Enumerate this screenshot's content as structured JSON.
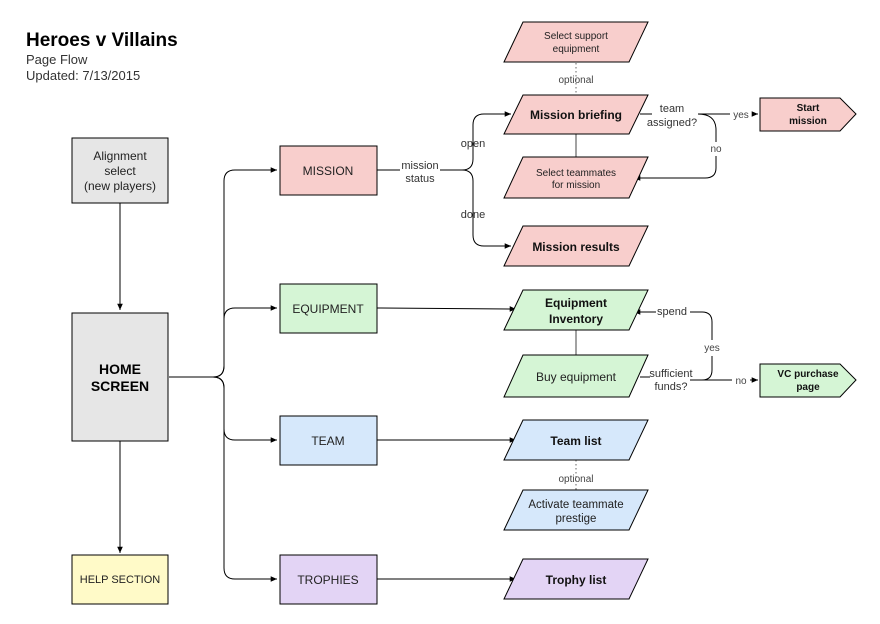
{
  "header": {
    "title": "Heroes v Villains",
    "subtitle": "Page Flow",
    "updated": "Updated: 7/13/2015"
  },
  "colors": {
    "gray_fill": "#e6e6e6",
    "pink_fill": "#f8cecc",
    "green_fill": "#d5f5d5",
    "blue_fill": "#d6e8fb",
    "yellow_fill": "#fffac8",
    "purple_fill": "#e3d4f5",
    "stroke": "#000000"
  },
  "nodes": {
    "alignment": [
      "Alignment",
      "select",
      "(new players)"
    ],
    "home": [
      "HOME",
      "SCREEN"
    ],
    "help": "HELP SECTION",
    "mission": "MISSION",
    "equipment": "EQUIPMENT",
    "team": "TEAM",
    "trophies": "TROPHIES",
    "select_support": [
      "Select support",
      "equipment"
    ],
    "mission_briefing": "Mission briefing",
    "select_teammates": [
      "Select teammates",
      "for mission"
    ],
    "mission_results": "Mission results",
    "start_mission": [
      "Start",
      "mission"
    ],
    "equipment_inventory": [
      "Equipment",
      "Inventory"
    ],
    "buy_equipment": "Buy equipment",
    "vc_purchase": [
      "VC purchase",
      "page"
    ],
    "team_list": "Team list",
    "activate_prestige": [
      "Activate teammate",
      "prestige"
    ],
    "trophy_list": "Trophy list"
  },
  "edge_labels": {
    "mission_status": [
      "mission",
      "status"
    ],
    "open": "open",
    "done": "done",
    "optional_1": "optional",
    "team_assigned": [
      "team",
      "assigned?"
    ],
    "yes_1": "yes",
    "no_1": "no",
    "spend": "spend",
    "yes_2": "yes",
    "sufficient_funds": [
      "sufficient",
      "funds?"
    ],
    "no_2": "no",
    "optional_2": "optional"
  }
}
